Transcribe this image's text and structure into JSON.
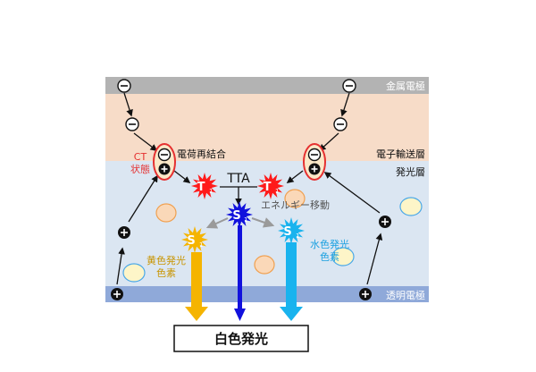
{
  "layers": {
    "metal_electrode": "金属電極",
    "electron_transport": "電子輸送層",
    "emission": "発光層",
    "transparent_electrode": "透明電極"
  },
  "labels": {
    "ct_state_line1": "CT",
    "ct_state_line2": "状態",
    "charge_recombination": "電荷再結合",
    "tta": "TTA",
    "energy_transfer": "エネルギー移動",
    "yellow_emitter_line1": "黄色発光",
    "yellow_emitter_line2": "色素",
    "blue_emitter_line1": "水色発光",
    "blue_emitter_line2": "色素",
    "white_emission": "白色発光"
  },
  "states": {
    "triplet_main": "T",
    "triplet_sub": "1",
    "singlet_main": "S",
    "singlet_sub": "1"
  },
  "symbols": {
    "electron": "−",
    "hole": "+"
  },
  "colors": {
    "metal_layer": "#b3b3b3",
    "etl_layer": "#f7dcc8",
    "eml_layer": "#dbe6f2",
    "transparent_layer": "#8fa9d9",
    "ct_red": "#e53030",
    "triplet_red": "#ff1a1a",
    "singlet_blue": "#1111dd",
    "yellow": "#f5b400",
    "cyan": "#19b3ee",
    "yellow_label": "#c89400",
    "cyan_label": "#1aa0e0"
  }
}
